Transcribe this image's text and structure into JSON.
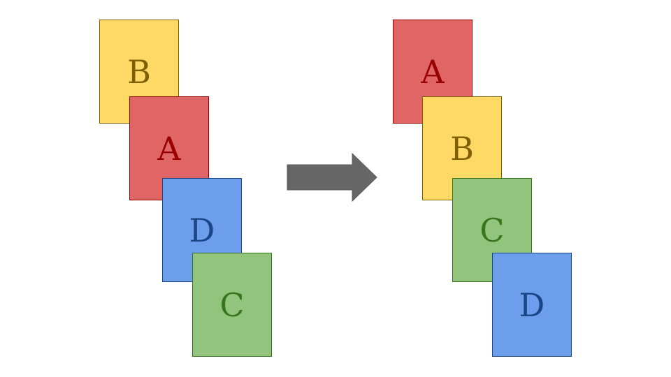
{
  "colors": {
    "a_fill": "#E06666",
    "a_border": "#990000",
    "a_text": "#990000",
    "b_fill": "#FFD966",
    "b_border": "#7F6000",
    "b_text": "#7F6000",
    "c_fill": "#93C47D",
    "c_border": "#38761D",
    "c_text": "#38761D",
    "d_fill": "#6D9EEB",
    "d_border": "#1C4587",
    "d_text": "#1C4587",
    "arrow": "#666666"
  },
  "left_stack": {
    "cards": [
      {
        "key": "b",
        "label": "B"
      },
      {
        "key": "a",
        "label": "A"
      },
      {
        "key": "d",
        "label": "D"
      },
      {
        "key": "c",
        "label": "C"
      }
    ]
  },
  "right_stack": {
    "cards": [
      {
        "key": "a",
        "label": "A"
      },
      {
        "key": "b",
        "label": "B"
      },
      {
        "key": "c",
        "label": "C"
      },
      {
        "key": "d",
        "label": "D"
      }
    ]
  },
  "arrow": {
    "icon": "right-arrow-icon"
  }
}
